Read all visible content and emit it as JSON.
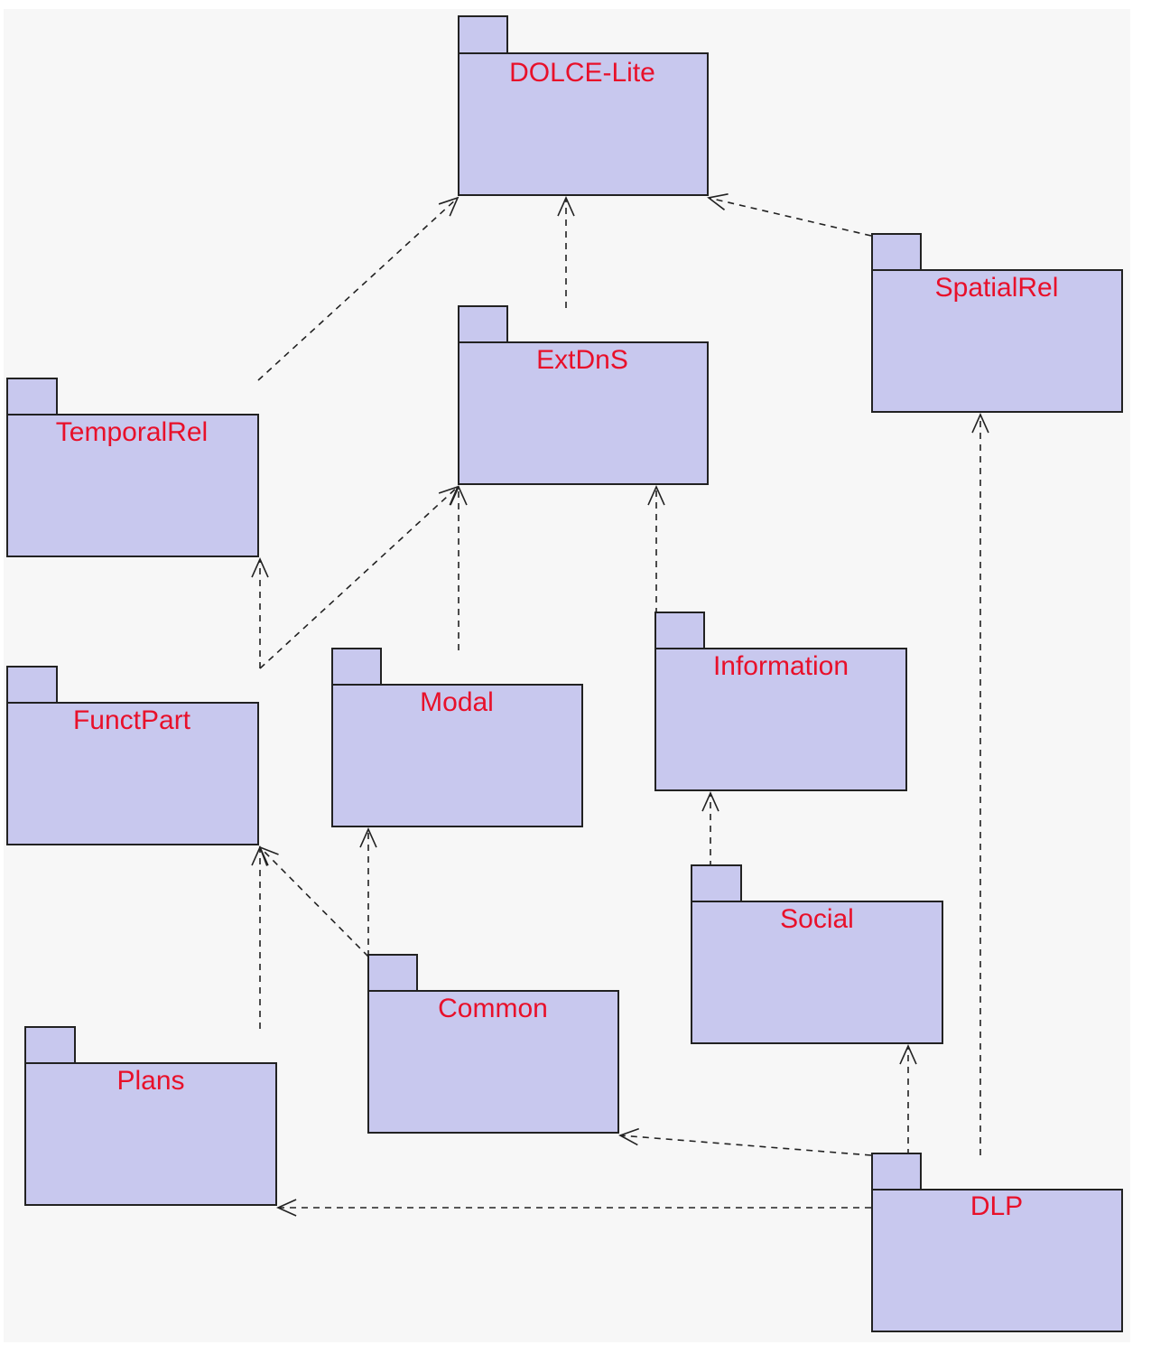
{
  "diagram": {
    "packages": {
      "dolce_lite": "DOLCE-Lite",
      "extdns": "ExtDnS",
      "spatialrel": "SpatialRel",
      "temporalrel": "TemporalRel",
      "functpart": "FunctPart",
      "modal": "Modal",
      "information": "Information",
      "social": "Social",
      "common": "Common",
      "plans": "Plans",
      "dlp": "DLP"
    },
    "dependencies": [
      {
        "from": "extdns",
        "to": "dolce_lite"
      },
      {
        "from": "temporalrel",
        "to": "dolce_lite"
      },
      {
        "from": "spatialrel",
        "to": "dolce_lite"
      },
      {
        "from": "functpart",
        "to": "temporalrel"
      },
      {
        "from": "functpart",
        "to": "extdns"
      },
      {
        "from": "modal",
        "to": "extdns"
      },
      {
        "from": "information",
        "to": "extdns"
      },
      {
        "from": "social",
        "to": "information"
      },
      {
        "from": "common",
        "to": "modal"
      },
      {
        "from": "common",
        "to": "functpart"
      },
      {
        "from": "plans",
        "to": "functpart"
      },
      {
        "from": "dlp",
        "to": "spatialrel"
      },
      {
        "from": "dlp",
        "to": "social"
      },
      {
        "from": "dlp",
        "to": "common"
      },
      {
        "from": "dlp",
        "to": "plans"
      }
    ],
    "colors": {
      "package_fill": "#c8c8ee",
      "label": "#e8102a",
      "line": "#222222",
      "background": "#f7f7f7"
    }
  }
}
